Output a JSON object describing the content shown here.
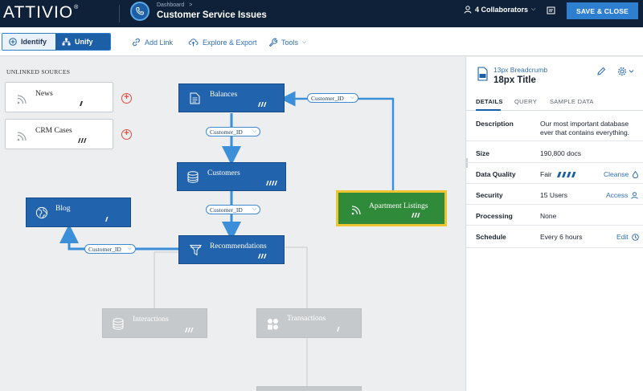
{
  "app": {
    "logo": "ATTIVIO",
    "breadcrumb": "Dashboard",
    "breadcrumb_sep": ">",
    "title": "Customer Service Issues",
    "collaborators": "4 Collaborators",
    "save_close": "SAVE & CLOSE"
  },
  "toolbar": {
    "identify": "Identify",
    "unify": "Unify",
    "add_link": "Add Link",
    "explore_export": "Explore & Export",
    "tools": "Tools"
  },
  "canvas": {
    "unlinked_heading": "UNLINKED SOURCES",
    "unlinked_sources": [
      {
        "label": "News"
      },
      {
        "label": "CRM Cases"
      }
    ],
    "nodes": {
      "balances": "Balances",
      "customers": "Customers",
      "recommendations": "Recommendations",
      "blog": "Blog",
      "apartment": "Apartment Listings",
      "interactions": "Interactions",
      "transactions": "Transactions"
    },
    "links": {
      "l1": "Customer_ID",
      "l2": "Customer_ID",
      "l3": "Customer_ID",
      "l4": "Customer_ID"
    }
  },
  "panel": {
    "breadcrumb": "13px Breadcrumb",
    "title": "18px Title",
    "tabs": [
      "DETAILS",
      "QUERY",
      "SAMPLE DATA"
    ],
    "details": {
      "description_label": "Description",
      "description_value": "Our most important database ever that contains everything.",
      "size_label": "Size",
      "size_value": "190,800 docs",
      "quality_label": "Data Quality",
      "quality_value": "Fair",
      "quality_action": "Cleanse",
      "security_label": "Security",
      "security_value": "15 Users",
      "security_action": "Access",
      "processing_label": "Processing",
      "processing_value": "None",
      "schedule_label": "Schedule",
      "schedule_value": "Every 6 hours",
      "schedule_action": "Edit"
    }
  },
  "colors": {
    "topbar": "#0f2138",
    "accent": "#2f7fd0",
    "node_blue": "#2263ad",
    "node_green": "#2f8a3a",
    "highlight": "#efc431",
    "add_red": "#e24b3b"
  }
}
